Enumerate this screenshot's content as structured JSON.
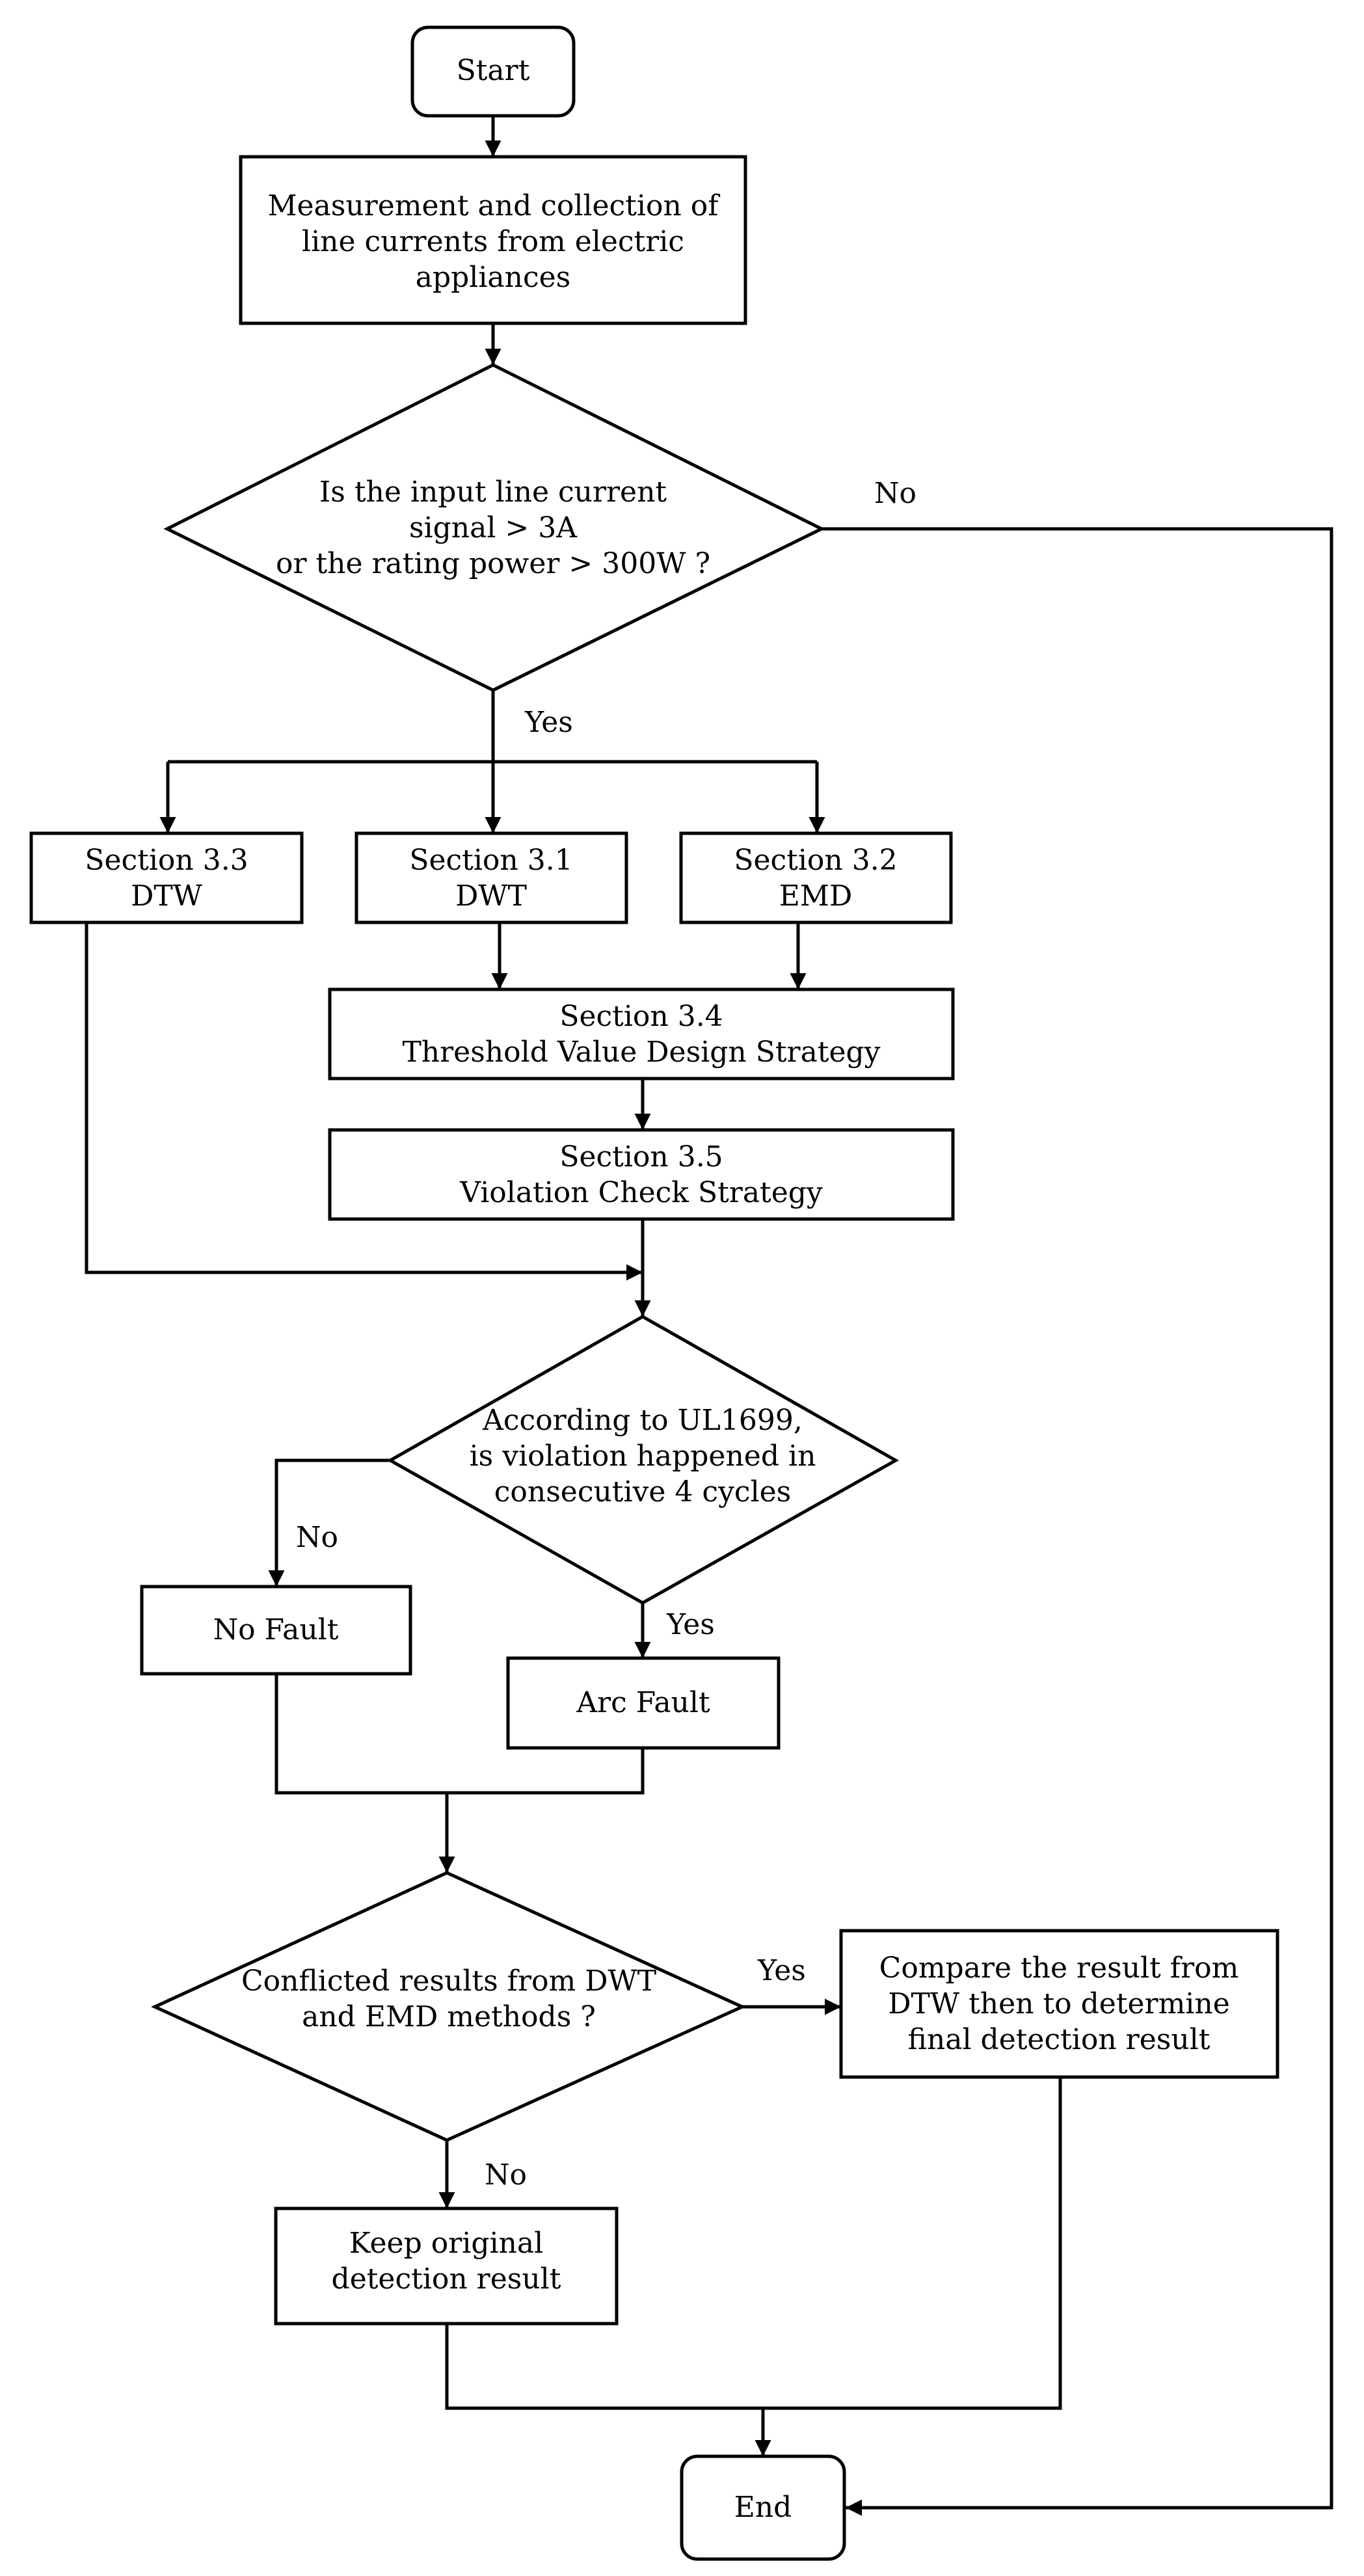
{
  "nodes": {
    "start": "Start",
    "measure": [
      "Measurement and collection of",
      "line currents from electric",
      "appliances"
    ],
    "decision_input": [
      "Is the input line current",
      "signal > 3A",
      "or the rating power > 300W ?"
    ],
    "dtw": [
      "Section 3.3",
      "DTW"
    ],
    "dwt": [
      "Section 3.1",
      "DWT"
    ],
    "emd": [
      "Section 3.2",
      "EMD"
    ],
    "threshold": [
      "Section 3.4",
      "Threshold Value Design Strategy"
    ],
    "violation": [
      "Section 3.5",
      "Violation Check Strategy"
    ],
    "decision_ul": [
      "According to UL1699,",
      "is violation happened in",
      "consecutive 4 cycles"
    ],
    "no_fault": "No Fault",
    "arc_fault": "Arc Fault",
    "decision_conflict": [
      "Conflicted results from DWT",
      "and EMD methods ?"
    ],
    "compare": [
      "Compare the result from",
      "DTW then to determine",
      "final detection result"
    ],
    "keep": [
      "Keep original",
      "detection result"
    ],
    "end": "End"
  },
  "edge_labels": {
    "input_no": "No",
    "input_yes": "Yes",
    "ul_no": "No",
    "ul_yes": "Yes",
    "conflict_yes": "Yes",
    "conflict_no": "No"
  }
}
